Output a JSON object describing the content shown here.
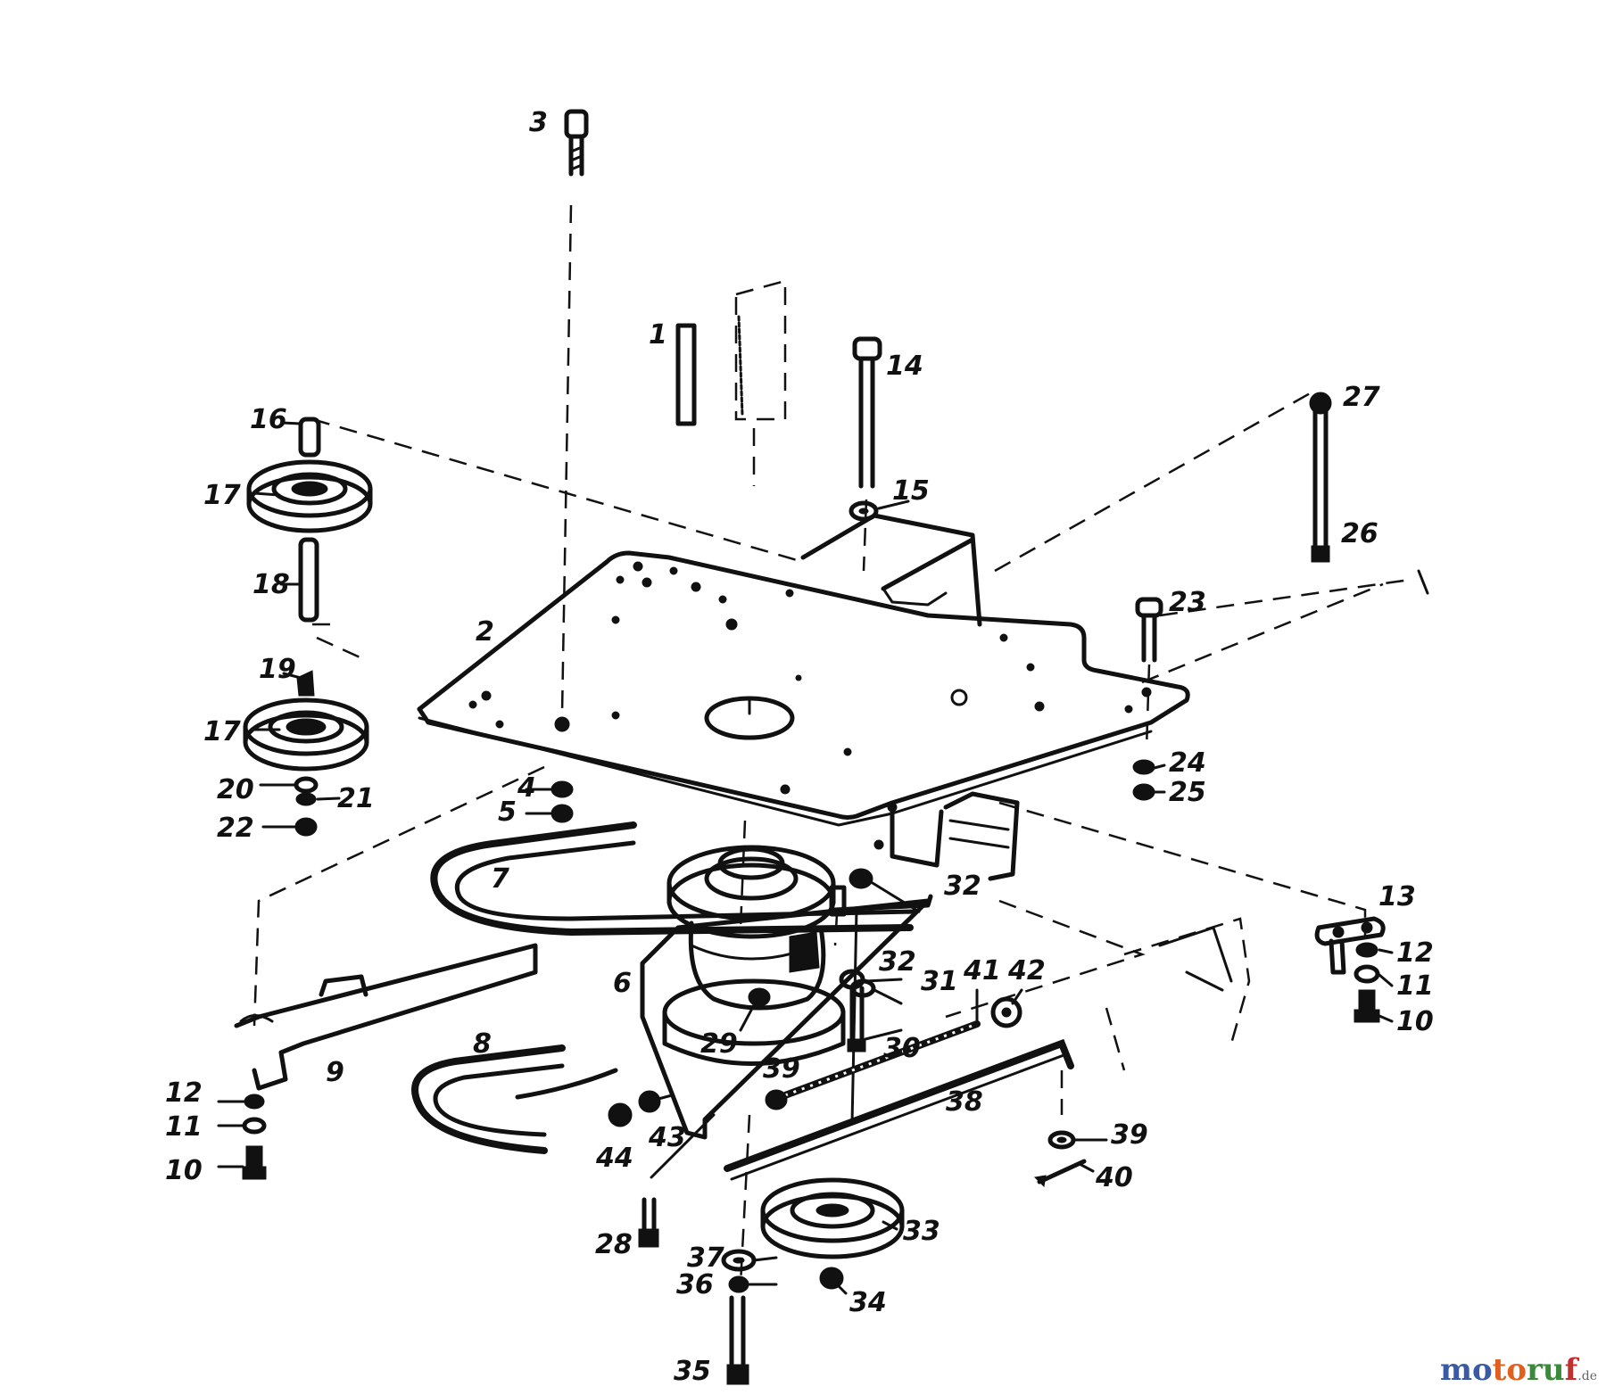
{
  "parts": [
    {
      "id": "label-1",
      "text": "1"
    },
    {
      "id": "label-2",
      "text": "2"
    },
    {
      "id": "label-3",
      "text": "3"
    },
    {
      "id": "label-4",
      "text": "4"
    },
    {
      "id": "label-5",
      "text": "5"
    },
    {
      "id": "label-6",
      "text": "6"
    },
    {
      "id": "label-7",
      "text": "7"
    },
    {
      "id": "label-8",
      "text": "8"
    },
    {
      "id": "label-9",
      "text": "9"
    },
    {
      "id": "label-10a",
      "text": "10"
    },
    {
      "id": "label-11a",
      "text": "11"
    },
    {
      "id": "label-12a",
      "text": "12"
    },
    {
      "id": "label-10b",
      "text": "10"
    },
    {
      "id": "label-11b",
      "text": "11"
    },
    {
      "id": "label-12b",
      "text": "12"
    },
    {
      "id": "label-13",
      "text": "13"
    },
    {
      "id": "label-14",
      "text": "14"
    },
    {
      "id": "label-15",
      "text": "15"
    },
    {
      "id": "label-16",
      "text": "16"
    },
    {
      "id": "label-17a",
      "text": "17"
    },
    {
      "id": "label-17b",
      "text": "17"
    },
    {
      "id": "label-18",
      "text": "18"
    },
    {
      "id": "label-19",
      "text": "19"
    },
    {
      "id": "label-20",
      "text": "20"
    },
    {
      "id": "label-21",
      "text": "21"
    },
    {
      "id": "label-22",
      "text": "22"
    },
    {
      "id": "label-23",
      "text": "23"
    },
    {
      "id": "label-24",
      "text": "24"
    },
    {
      "id": "label-25",
      "text": "25"
    },
    {
      "id": "label-26",
      "text": "26"
    },
    {
      "id": "label-27",
      "text": "27"
    },
    {
      "id": "label-28",
      "text": "28"
    },
    {
      "id": "label-29",
      "text": "29"
    },
    {
      "id": "label-30",
      "text": "30"
    },
    {
      "id": "label-31",
      "text": "31"
    },
    {
      "id": "label-32a",
      "text": "32"
    },
    {
      "id": "label-32b",
      "text": "32"
    },
    {
      "id": "label-33",
      "text": "33"
    },
    {
      "id": "label-34",
      "text": "34"
    },
    {
      "id": "label-35",
      "text": "35"
    },
    {
      "id": "label-36",
      "text": "36"
    },
    {
      "id": "label-37",
      "text": "37"
    },
    {
      "id": "label-38",
      "text": "38"
    },
    {
      "id": "label-39a",
      "text": "39"
    },
    {
      "id": "label-39b",
      "text": "39"
    },
    {
      "id": "label-40",
      "text": "40"
    },
    {
      "id": "label-41",
      "text": "41"
    },
    {
      "id": "label-42",
      "text": "42"
    },
    {
      "id": "label-43",
      "text": "43"
    },
    {
      "id": "label-44",
      "text": "44"
    }
  ],
  "watermark": {
    "part1": "mo",
    "part2": "to",
    "part3": "ru",
    "part4": "f",
    "suffix": ".de"
  }
}
